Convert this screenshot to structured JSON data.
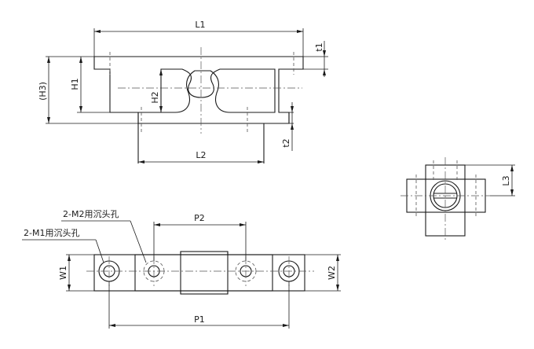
{
  "labels": {
    "L1": "L1",
    "t1": "t1",
    "H1": "H1",
    "H2": "H2",
    "H3": "(H3)",
    "t2": "t2",
    "L2": "L2",
    "L3": "L3",
    "P1": "P1",
    "P2": "P2",
    "W1": "W1",
    "W2": "W2",
    "M2_note": "2-M2用沉头孔",
    "M1_note": "2-M1用沉头孔"
  }
}
